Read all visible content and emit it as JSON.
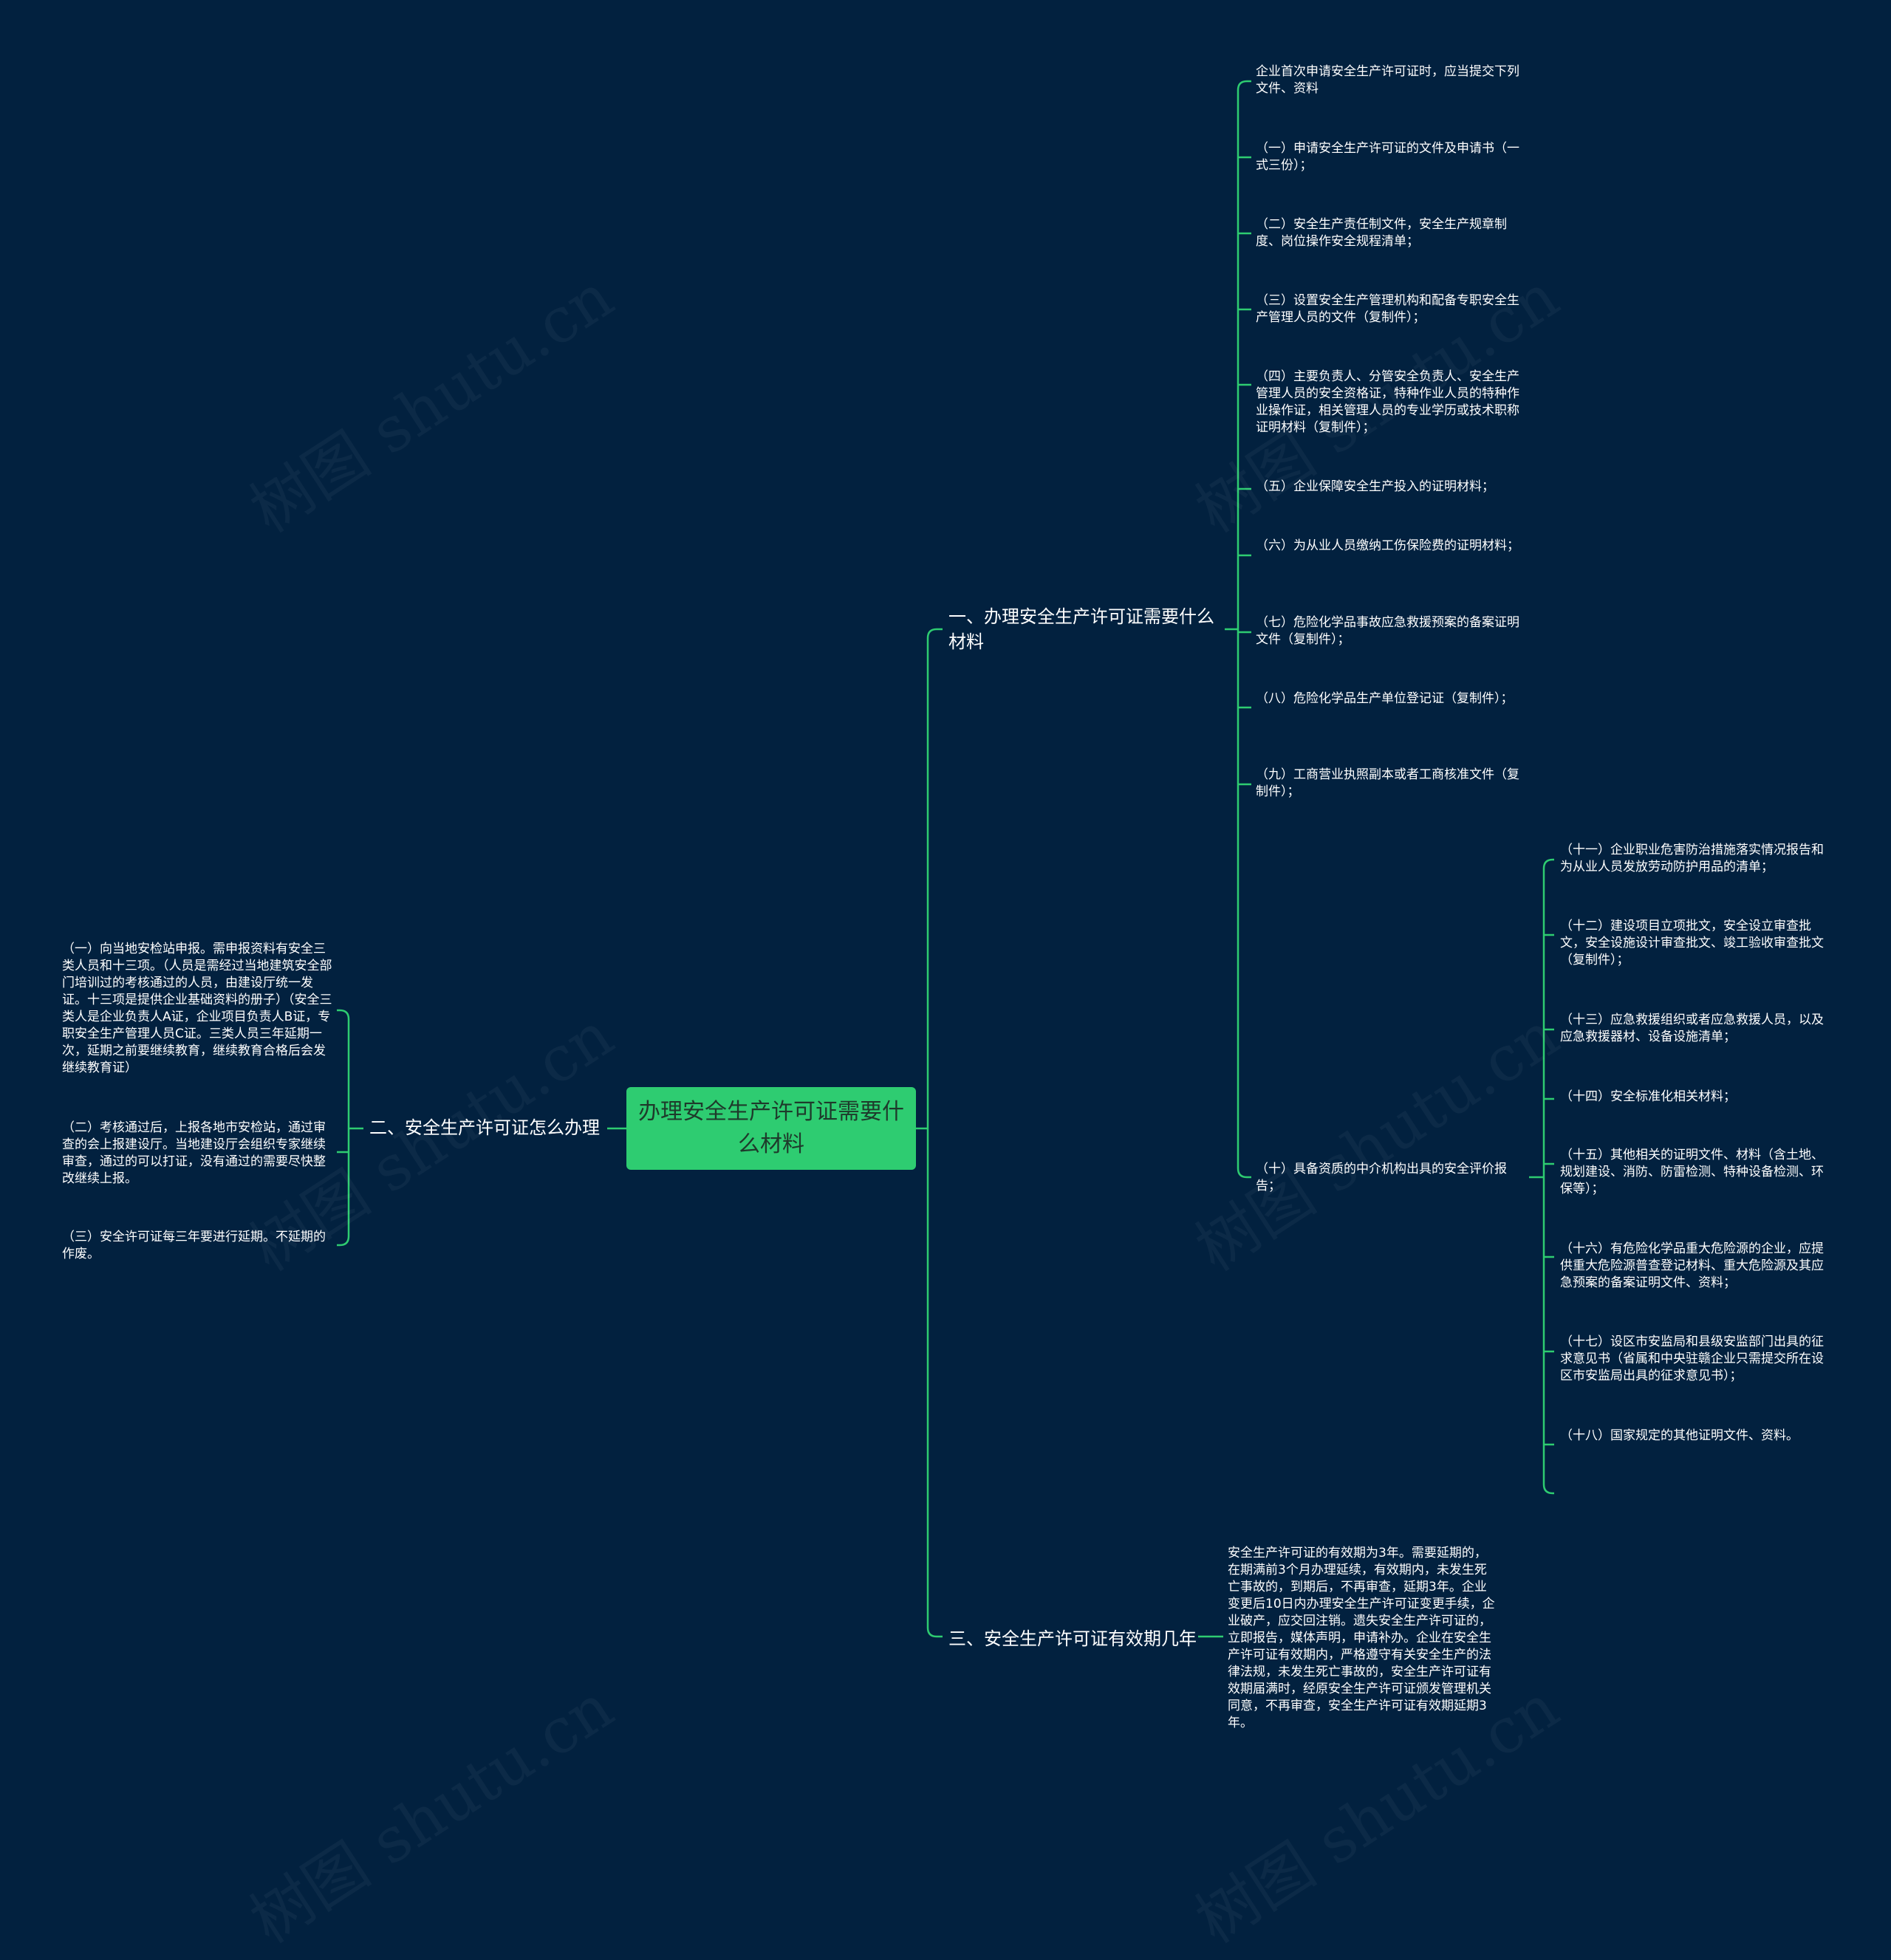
{
  "root": "办理安全生产许可证需要什么材料",
  "branches": {
    "one": "一、办理安全生产许可证需要什么材料",
    "two": "二、安全生产许可证怎么办理",
    "three": "三、安全生产许可证有效期几年"
  },
  "one_items": [
    "企业首次申请安全生产许可证时，应当提交下列文件、资料",
    "（一）申请安全生产许可证的文件及申请书（一式三份）；",
    "（二）安全生产责任制文件，安全生产规章制度、岗位操作安全规程清单；",
    "（三）设置安全生产管理机构和配备专职安全生产管理人员的文件（复制件）；",
    "（四）主要负责人、分管安全负责人、安全生产管理人员的安全资格证，特种作业人员的特种作业操作证，相关管理人员的专业学历或技术职称证明材料（复制件）；",
    "（五）企业保障安全生产投入的证明材料；",
    "（六）为从业人员缴纳工伤保险费的证明材料；",
    "（七）危险化学品事故应急救援预案的备案证明文件（复制件）；",
    "（八）危险化学品生产单位登记证（复制件）；",
    "（九）工商营业执照副本或者工商核准文件（复制件）；",
    "（十）具备资质的中介机构出具的安全评价报告；"
  ],
  "ten_items": [
    "（十一）企业职业危害防治措施落实情况报告和为从业人员发放劳动防护用品的清单；",
    "（十二）建设项目立项批文，安全设立审查批文，安全设施设计审查批文、竣工验收审查批文（复制件）；",
    "（十三）应急救援组织或者应急救援人员，以及应急救援器材、设备设施清单；",
    "（十四）安全标准化相关材料；",
    "（十五）其他相关的证明文件、材料（含土地、规划建设、消防、防雷检测、特种设备检测、环保等）；",
    "（十六）有危险化学品重大危险源的企业，应提供重大危险源普查登记材料、重大危险源及其应急预案的备案证明文件、资料；",
    "（十七）设区市安监局和县级安监部门出具的征求意见书（省属和中央驻赣企业只需提交所在设区市安监局出具的征求意见书）；",
    "（十八）国家规定的其他证明文件、资料。"
  ],
  "two_items": [
    "（一）向当地安检站申报。需申报资料有安全三类人员和十三项。（人员是需经过当地建筑安全部门培训过的考核通过的人员，由建设厅统一发证。十三项是提供企业基础资料的册子）（安全三类人是企业负责人A证，企业项目负责人B证，专职安全生产管理人员C证。三类人员三年延期一次，延期之前要继续教育，继续教育合格后会发继续教育证）",
    "（二）考核通过后，上报各地市安检站，通过审查的会上报建设厅。当地建设厅会组织专家继续审查，通过的可以打证，没有通过的需要尽快整改继续上报。",
    "（三）安全许可证每三年要进行延期。不延期的作废。"
  ],
  "three_items": [
    "安全生产许可证的有效期为3年。需要延期的，在期满前3个月办理延续，有效期内，未发生死亡事故的，到期后，不再审查，延期3年。企业变更后10日内办理安全生产许可证变更手续，企业破产，应交回注销。遗失安全生产许可证的，立即报告，媒体声明，申请补办。企业在安全生产许可证有效期内，严格遵守有关安全生产的法律法规，未发生死亡事故的，安全生产许可证有效期届满时，经原安全生产许可证颁发管理机关同意，不再审查，安全生产许可证有效期延期3年。"
  ],
  "colors": {
    "background": "#02213F",
    "accent": "#2ECC71",
    "text": "#FFFFFF"
  }
}
